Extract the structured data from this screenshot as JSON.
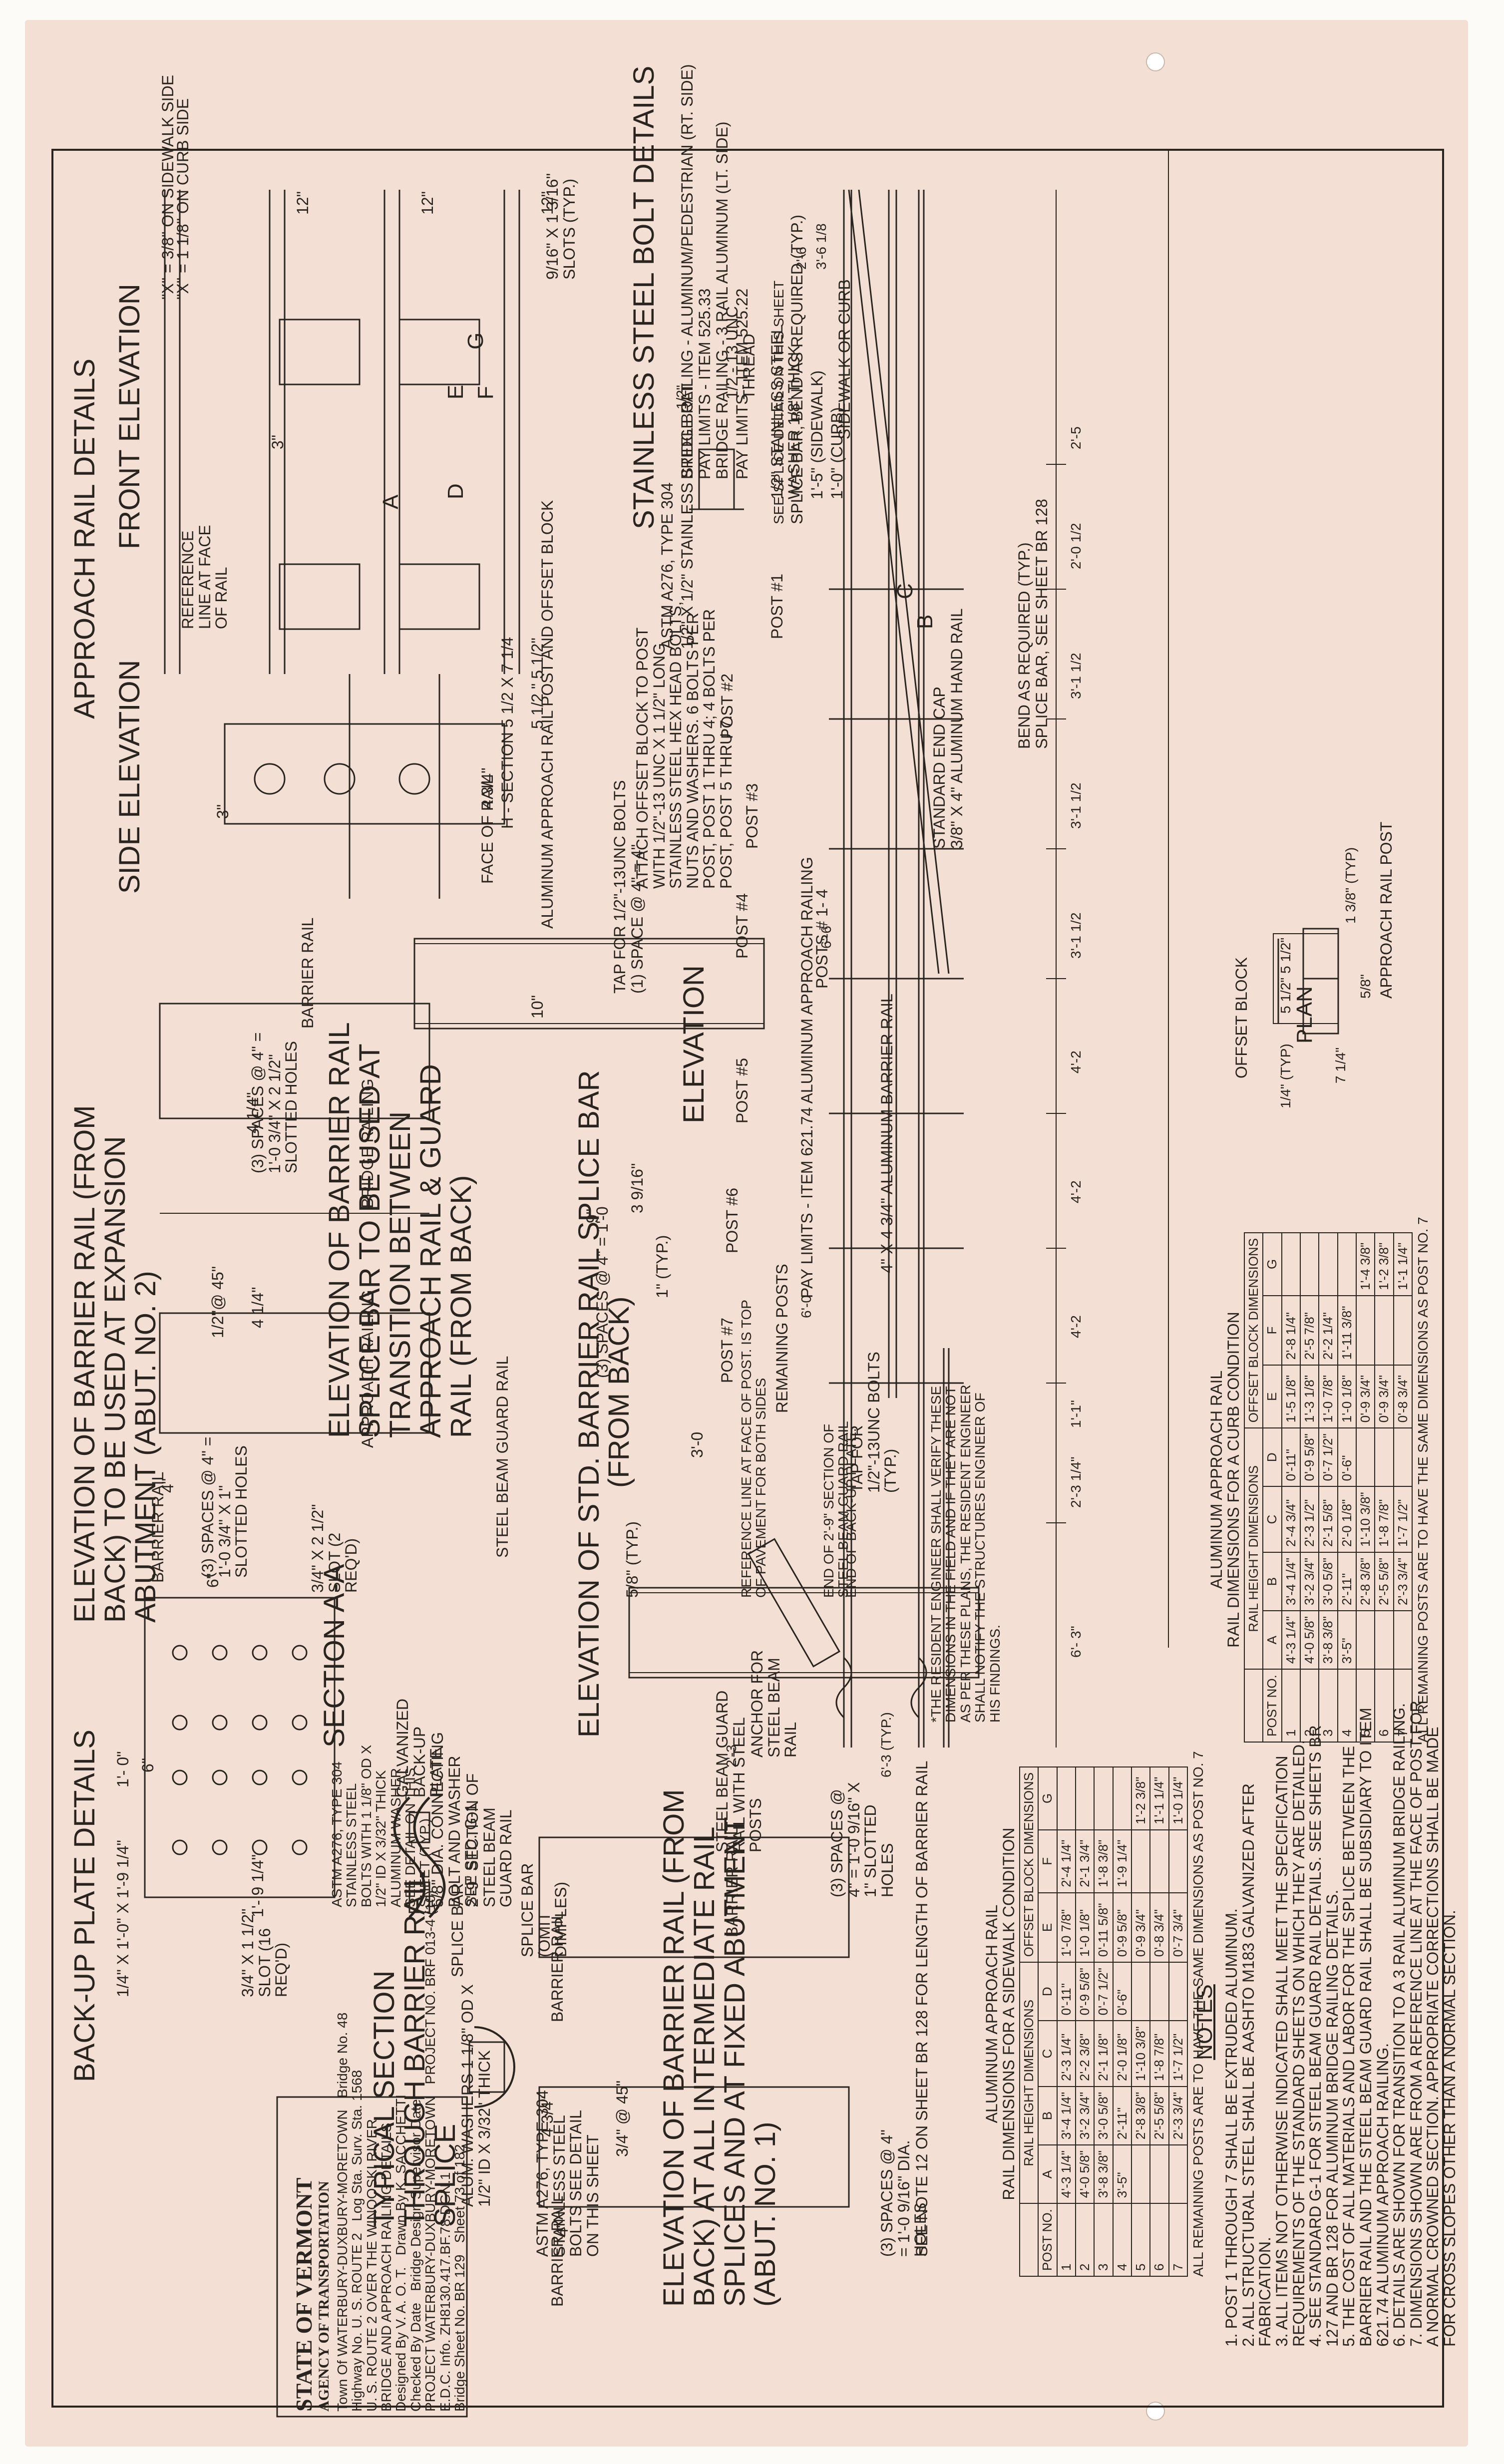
{
  "notes": {
    "title": "NOTES",
    "items": [
      "1. POST 1 THROUGH 7 SHALL BE EXTRUDED ALUMINUM.",
      "2. ALL STRUCTURAL STEEL SHALL BE AASHTO M183 GALVANIZED AFTER FABRICATION.",
      "3. ALL ITEMS NOT OTHERWISE INDICATED SHALL MEET THE SPECIFICATION REQUIREMENTS OF THE STANDARD SHEETS ON WHICH THEY ARE DETAILED.",
      "4. SEE STANDARD G-1 FOR STEEL BEAM GUARD RAIL DETAILS. SEE SHEETS BR 127 AND BR 128 FOR ALUMINUM BRIDGE RAILING DETAILS.",
      "5. THE COST OF ALL MATERIALS AND LABOR FOR THE SPLICE BETWEEN THE BARRIER RAIL AND THE STEEL BEAM GUARD RAIL SHALL BE SUBSIDIARY TO ITEM 621.74 ALUMINUM APPROACH RAILING.",
      "6. DETAILS ARE SHOWN FOR TRANSITION TO A 3 RAIL ALUMINUM BRIDGE RAILING.",
      "7. DIMENSIONS SHOWN ARE FROM A REFERENCE LINE AT THE FACE OF POST FOR A NORMAL CROWNED SECTION. APPROPRIATE CORRECTIONS SHALL BE MADE FOR CROSS SLOPES OTHER THAN A NORMAL SECTION."
    ]
  },
  "plan": {
    "title": "PLAN",
    "post_label": "APPROACH RAIL POST",
    "dim_1": "1 3/8\" (TYP)",
    "dim_2": "5/8\"",
    "dim_3": "7 1/4\"",
    "dim_4": "5 1/2\"",
    "dim_5": "5 1/2\"",
    "dim_6": "1/4\" (TYP)",
    "offset_block": "OFFSET BLOCK"
  },
  "elevation": {
    "title": "ELEVATION",
    "pay_limits_1": "PAY LIMITS - ITEM 525.22",
    "pay_limits_1b": "BRIDGE RAILING - 3 RAIL ALUMINUM (LT. SIDE)",
    "pay_limits_2": "PAY LIMITS - ITEM 525.33",
    "pay_limits_2b": "BRIDGE RAILING - ALUMINUM/PEDESTRIAN (RT. SIDE)",
    "pay_limits_3": "PAY LIMITS - ITEM 621.74 ALUMINUM APPROACH RAILING",
    "sidewalk": "SIDEWALK OR CURB",
    "dim_curb": "1'-0\" (CURB)",
    "dim_sidewalk": "1'-5\" (SIDEWALK)",
    "splice_bar_bend": "SPLICE BAR, BEND AS REQUIRED (TYP.)",
    "see_splice": "SEE SPLICE DETAIL ON THIS SHEET",
    "splice_bar_see": "SPLICE BAR, SEE SHEET BR 128",
    "bend_as_req": "BEND AS REQUIRED (TYP.)",
    "hand_rail": "3/8\" X 4\" ALUMINUM HAND RAIL",
    "end_cap": "STANDARD END CAP",
    "barrier_rail_al": "4\" X 4 3/4\" ALUMINUM BARRIER RAIL",
    "posts_1_4": "POSTS # 1- 4",
    "remaining_posts": "REMAINING POSTS",
    "dim_3_6": "3'-6 1/8",
    "dim_2_6": "2'-6",
    "dim_6_6": "6'-6",
    "dim_6_0": "6'-0",
    "dim_2_5": "2'-5",
    "dim_2_0": "2'-0 1/2",
    "dim_3_1a": "3'-1 1/2",
    "dim_3_1b": "3'-1 1/2",
    "dim_3_1c": "3'-1 1/2",
    "dim_4_2a": "4'-2",
    "dim_4_2b": "4'-2",
    "dim_4_2c": "4'-2",
    "dim_1_1": "1'-1\"",
    "dim_2_3": "2'-3 1/4\"",
    "dim_6_3": "6'- 3\"",
    "dim_6_3t": "6'-3 (TYP.)",
    "dim_2_3b": "2'-3",
    "post_1": "POST #1",
    "post_2": "POST #2",
    "post_3": "POST #3",
    "post_4": "POST #4",
    "post_5": "POST #5",
    "post_6": "POST #6",
    "post_7": "POST #7",
    "resident_note": "*THE RESIDENT ENGINEER SHALL VERIFY THESE DIMENSIONS IN THE FIELD AND IF THEY ARE NOT AS PER THESE PLANS, THE RESIDENT ENGINEER SHALL NOTIFY THE STRUCTURES ENGINEER OF HIS FINDINGS.",
    "end_backup": "END OF BACK-UP PLATE.",
    "end_29": "END OF 2'-9\" SECTION OF STEEL BEAM GUARD RAIL",
    "ref_line": "REFERENCE LINE AT FACE OF POST. IS TOP OF PAVEMENT FOR BOTH SIDES",
    "anchor": "ANCHOR FOR STEEL BEAM RAIL",
    "steel_beam_posts": "STEEL BEAM GUARD RAIL WITH STEEL POSTS"
  },
  "table_curb": {
    "title": "ALUMINUM APPROACH RAIL",
    "subtitle": "RAIL DIMENSIONS FOR A CURB CONDITION",
    "group_1": "RAIL HEIGHT DIMENSIONS",
    "group_2": "OFFSET BLOCK DIMENSIONS",
    "headers": [
      "POST NO.",
      "A",
      "B",
      "C",
      "D",
      "E",
      "F",
      "G"
    ],
    "rows": [
      [
        "1",
        "4'-3 1/4\"",
        "3'-4 1/4\"",
        "2'-4 3/4\"",
        "0'-11\"",
        "1'-5 1/8\"",
        "2'-8 1/4\"",
        ""
      ],
      [
        "2",
        "4'-0 5/8\"",
        "3'-2 3/4\"",
        "2'-3 1/2\"",
        "0'-9 5/8\"",
        "1'-3 1/8\"",
        "2'-5 7/8\"",
        ""
      ],
      [
        "3",
        "3'-8 3/8\"",
        "3'-0 5/8\"",
        "2'-1 5/8\"",
        "0'-7 1/2\"",
        "1'-0 7/8\"",
        "2'-2 1/4\"",
        ""
      ],
      [
        "4",
        "3'-5\"",
        "2'-11\"",
        "2'-0 1/8\"",
        "0'-6\"",
        "1'-0 1/8\"",
        "1'-11 3/8\"",
        ""
      ],
      [
        "5",
        "",
        "2'-8 3/8\"",
        "1'-10 3/8\"",
        "",
        "0'-9 3/4\"",
        "",
        "1'-4 3/8\""
      ],
      [
        "6",
        "",
        "2'-5 5/8\"",
        "1'-8 7/8\"",
        "",
        "0'-9 3/4\"",
        "",
        "1'-2 3/8\""
      ],
      [
        "7",
        "",
        "2'-3 3/4\"",
        "1'-7 1/2\"",
        "",
        "0'-8 3/4\"",
        "",
        "1'-1 1/4\""
      ]
    ],
    "footnote": "ALL REMAINING POSTS ARE TO HAVE THE SAME DIMENSIONS AS POST NO. 7"
  },
  "table_sidewalk": {
    "title": "ALUMINUM APPROACH RAIL",
    "subtitle": "RAIL DIMENSIONS FOR A SIDEWALK CONDITION",
    "group_1": "RAIL HEIGHT DIMENSIONS",
    "group_2": "OFFSET BLOCK DIMENSIONS",
    "headers": [
      "POST NO.",
      "A",
      "B",
      "C",
      "D",
      "E",
      "F",
      "G"
    ],
    "rows": [
      [
        "1",
        "4'-3 1/4\"",
        "3'-4 1/4\"",
        "2'-3 1/4\"",
        "0'-11\"",
        "1'-0 7/8\"",
        "2'-4 1/4\"",
        ""
      ],
      [
        "2",
        "4'-0 5/8\"",
        "3'-2 3/4\"",
        "2'-2 3/8\"",
        "0'-9 5/8\"",
        "1'-0 1/8\"",
        "2'-1 3/4\"",
        ""
      ],
      [
        "3",
        "3'-8 3/8\"",
        "3'-0 5/8\"",
        "2'-1 1/8\"",
        "0'-7 1/2\"",
        "0'-11 5/8\"",
        "1'-8 3/8\"",
        ""
      ],
      [
        "4",
        "3'-5\"",
        "2'-11\"",
        "2'-0 1/8\"",
        "0'-6\"",
        "0'-9 5/8\"",
        "1'-9 1/4\"",
        ""
      ],
      [
        "5",
        "",
        "2'-8 3/8\"",
        "1'-10 3/8\"",
        "",
        "0'-9 3/4\"",
        "",
        "1'-2 3/8\""
      ],
      [
        "6",
        "",
        "2'-5 5/8\"",
        "1'-8 7/8\"",
        "",
        "0'-8 3/4\"",
        "",
        "1'-1 1/4\""
      ],
      [
        "7",
        "",
        "2'-3 3/4\"",
        "1'-7 1/2\"",
        "",
        "0'-7 3/4\"",
        "",
        "1'-0 1/4\""
      ]
    ],
    "footnote": "ALL REMAINING POSTS ARE TO HAVE THE SAME DIMENSIONS AS POST NO. 7"
  },
  "bolt": {
    "title": "STAINLESS STEEL BOLT DETAILS",
    "washer": "1/2\" STAINLESS STEEL WASHER 1/8\" THICK",
    "unc": "1/2 - 13 UNC THREAD",
    "bolt": "1/2\" X 1/2\" STAINLESS STEEL BOLT",
    "astm": "ASTM A276, TYPE 304",
    "dim_half": "1/2\""
  },
  "approach": {
    "title": "APPROACH RAIL DETAILS",
    "front": "FRONT ELEVATION",
    "side": "SIDE ELEVATION",
    "x_curb": "\"X\" = 1 1/8\" ON CURB SIDE",
    "x_side": "\"X\" = 3/8\" ON SIDEWALK SIDE",
    "slots": "9/16\" X 1 3/16\" SLOTS (TYP.)",
    "ref_line": "REFERENCE LINE AT FACE OF RAIL",
    "attach": "ATTACH OFFSET BLOCK TO POST WITH 1/2\"-13 UNC X 1 1/2\" LONG STAINLESS STEEL HEX HEAD BOLTS, NUTS AND WASHERS. 6 BOLTS PER POST, POST 1 THRU 4; 4 BOLTS PER POST, POST 5 THRU 7.",
    "post_block": "ALUMINUM APPROACH RAIL POST AND OFFSET BLOCK",
    "h_section": "H - SECTION 5 1/2 X 7 1/4",
    "face_rail": "FACE OF RAIL",
    "d12a": "12\"",
    "d12b": "12\"",
    "d12c": "12\"",
    "d3a": "3\"",
    "d3b": "3\"",
    "d5_5": "5 1/2 \" 5 1/2\"",
    "d4_3": "4 3/4\"",
    "lbl_a": "A",
    "lbl_b": "B",
    "lbl_c": "C",
    "lbl_d": "D",
    "lbl_e": "E",
    "lbl_f": "F",
    "lbl_g": "G"
  },
  "splice_std": {
    "title": "ELEVATION OF STD. BARRIER RAIL SPLICE BAR",
    "subtitle": "(FROM BACK)",
    "spaces_1": "(1) SPACE @ 4\" = 4\"",
    "tap": "TAP FOR 1/2\"-13UNC BOLTS",
    "spaces_3": "(3) SPACES @ 4\" = 1'-0",
    "tap_typ": "TAP FOR 1/2\"-13UNC BOLTS (TYP.)",
    "d3_0": "3'-0",
    "d3_9": "3 9/16\"",
    "d10": "10\"",
    "d9": "9\"",
    "d1typ": "1\" (TYP.)",
    "d58": "5/8\" (TYP.)"
  },
  "splice_transition": {
    "title": "ELEVATION OF BARRIER RAIL SPLICE BAR TO BE USED AT TRANSITION BETWEEN APPROACH RAIL & GUARD RAIL (FROM BACK)",
    "steel_beam": "STEEL BEAM GUARD RAIL"
  },
  "expansion": {
    "title": "ELEVATION OF BARRIER RAIL (FROM BACK) TO BE USED AT EXPANSION ABUTMENT (ABUT. NO. 2)",
    "bridge_railing": "BRIDGE RAILING",
    "approach_railing": "APPROACH RAILING",
    "barrier_rail_a": "BARRIER RAIL",
    "barrier_rail_b": "BARRIER RAIL",
    "slotted_a": "(3) SPACES @ 4\" = 1'-0 3/4\" X 2 1/2\" SLOTTED HOLES",
    "slotted_b": "(3) SPACES @ 4\" = 1'-0 3/4\" X 1\" SLOTTED HOLES",
    "angle": "1/2\"@ 45\"",
    "d4": "4\"",
    "d4_1a": "4 1/4\"",
    "d4_1b": "4 1/4\""
  },
  "section_aa": {
    "title": "SECTION A-A",
    "splice_bar": "SPLICE BAR (OMIT DIMPLES)",
    "section_29": "2'-9\" SECTION OF STEEL BEAM GUARD RAIL",
    "connecting": "5/8\" DIA. CONNECTING BOLT AND WASHER SEE STD. G-1",
    "galvanized": "GALVANIZED BACK-UP PLATE",
    "astm": "ASTM A276, TYPE 304 STAINLESS STEEL BOLTS WITH 1 1/8\" OD X 1/2\" ID X 3/32\" THICK ALUMINUM WASHER SEE DETAIL ON THIS SHEET (TYP.)"
  },
  "backup": {
    "title": "BACK-UP PLATE DETAILS",
    "slot": "3/4\" X 2 1/2\" SLOT (2 REQ'D)",
    "slot2": "3/4\" X 1 1/2\" SLOT (16 REQ'D)",
    "plate": "1/4\" X 1'-0\" X 1'-9 1/4\"",
    "d1_9": "1'- 9 1/4\"",
    "d1_0": "1'- 0\"",
    "d6a": "6\"",
    "d6b": "6\""
  },
  "intermediate": {
    "title": "ELEVATION OF BARRIER RAIL (FROM BACK) AT ALL INTERMEDIATE RAIL SPLICES AND AT FIXED ABUTMENT (ABUT. NO. 1)",
    "barrier_rail_a": "BARRIER RAIL",
    "barrier_rail_b": "BARRIER RAIL",
    "spaces": "(3) SPACES @ 4\" = 1'-0 9/16\" X 1\" SLOTTED HOLES",
    "see_note": "SEE NOTE 12 ON SHEET BR 128 FOR LENGTH OF BARRIER RAIL",
    "spaces_b": "(3) SPACES @ 4\" = 1'-0 9/16\" DIA. HOLES",
    "d4": "4\"",
    "angle": "3/4\" @ 45\""
  },
  "typ_section": {
    "title": "TYPICAL SECTION THROUGH BARRIER RAIL SPLICE",
    "splice_bar": "SPLICE BAR",
    "washers": "ALUM. WASHERS 1 1/8\" OD X 1/2\" ID X 3/32\" THICK",
    "astm": "ASTM A276, TYPE 304 STAINLESS STEEL BOLTS SEE DETAIL ON THIS SHEET",
    "barrier_rail": "BARRIER RAIL",
    "d4_3": "4 3/4\""
  },
  "title_block": {
    "state": "STATE OF VERMONT",
    "agency": "AGENCY OF TRANSPORTATION",
    "town_of": "Town Of",
    "town": "WATERBURY-DUXBURY-MORETOWN",
    "bridge_no_l": "Bridge No.",
    "bridge_no": "48",
    "highway_l": "Highway No.",
    "highway": "U. S. ROUTE 2",
    "log_sta": "Log Sta.",
    "surv_sta": "Surv. Sta.",
    "surv_val": "1568",
    "route": "U. S. ROUTE 2 OVER THE WINOOSKI RIVER",
    "desc": "BRIDGE AND APPROACH RAILING DETAILS",
    "designed": "Designed By",
    "designed_v": "V. A. O. T.",
    "checked": "Checked By",
    "date": "Date",
    "drawn": "Drawn By",
    "drawn_v": "K. SACCHETTI",
    "superv": "Bridge Design Supervisor",
    "date2": "Date",
    "project": "PROJECT",
    "project_v": "WATERBURY-DUXBURY-MORETOWN",
    "project_no_l": "PROJECT NO.",
    "project_no": "BRF 013-4 (10)",
    "cadd": "E.D.C. Info.",
    "cadd_v": "ZH8130.417.BF.78.DGN.1",
    "bridge_sheet": "Bridge Sheet No.",
    "bridge_sheet_v": "BR 129",
    "sheet": "Sheet",
    "sheet_v": "73",
    "of": "of",
    "of_v": "182"
  },
  "colors": {
    "paper": "#f3dfd3",
    "ink": "#2a2420",
    "background": "#fdfbf7"
  }
}
